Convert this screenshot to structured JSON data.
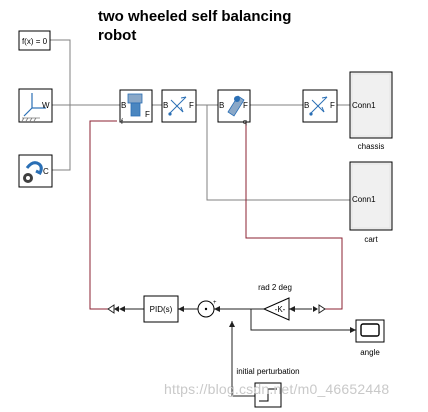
{
  "title": "two wheeled self balancing\nrobot",
  "blocks": {
    "solver": "f(x) = 0",
    "world_port": "W",
    "config_port": "C",
    "joint1_ports": [
      "B",
      "F"
    ],
    "joint1_sense": "f",
    "joint2_ports": [
      "B",
      "F"
    ],
    "joint2_sense": "q",
    "transform1_ports": [
      "B",
      "F"
    ],
    "transform2_ports": [
      "B",
      "F"
    ],
    "chassis_port": "Conn1",
    "chassis_label": "chassis",
    "cart_port": "Conn1",
    "cart_label": "cart",
    "pid": "PID(s)",
    "gain": "-K-",
    "gain_label": "rad 2 deg",
    "scope_label": "angle",
    "perturb_label": "initial perturbation"
  },
  "watermark": "https://blog.csdn.net/m0_46652448",
  "colors": {
    "line": "#404040",
    "physical_line": "#7a7a7a",
    "signal_line": "#8a1e2a",
    "block_border": "#000000",
    "subsystem_fill": "#f0f0f0",
    "accent_blue": "#2a6fb5"
  }
}
